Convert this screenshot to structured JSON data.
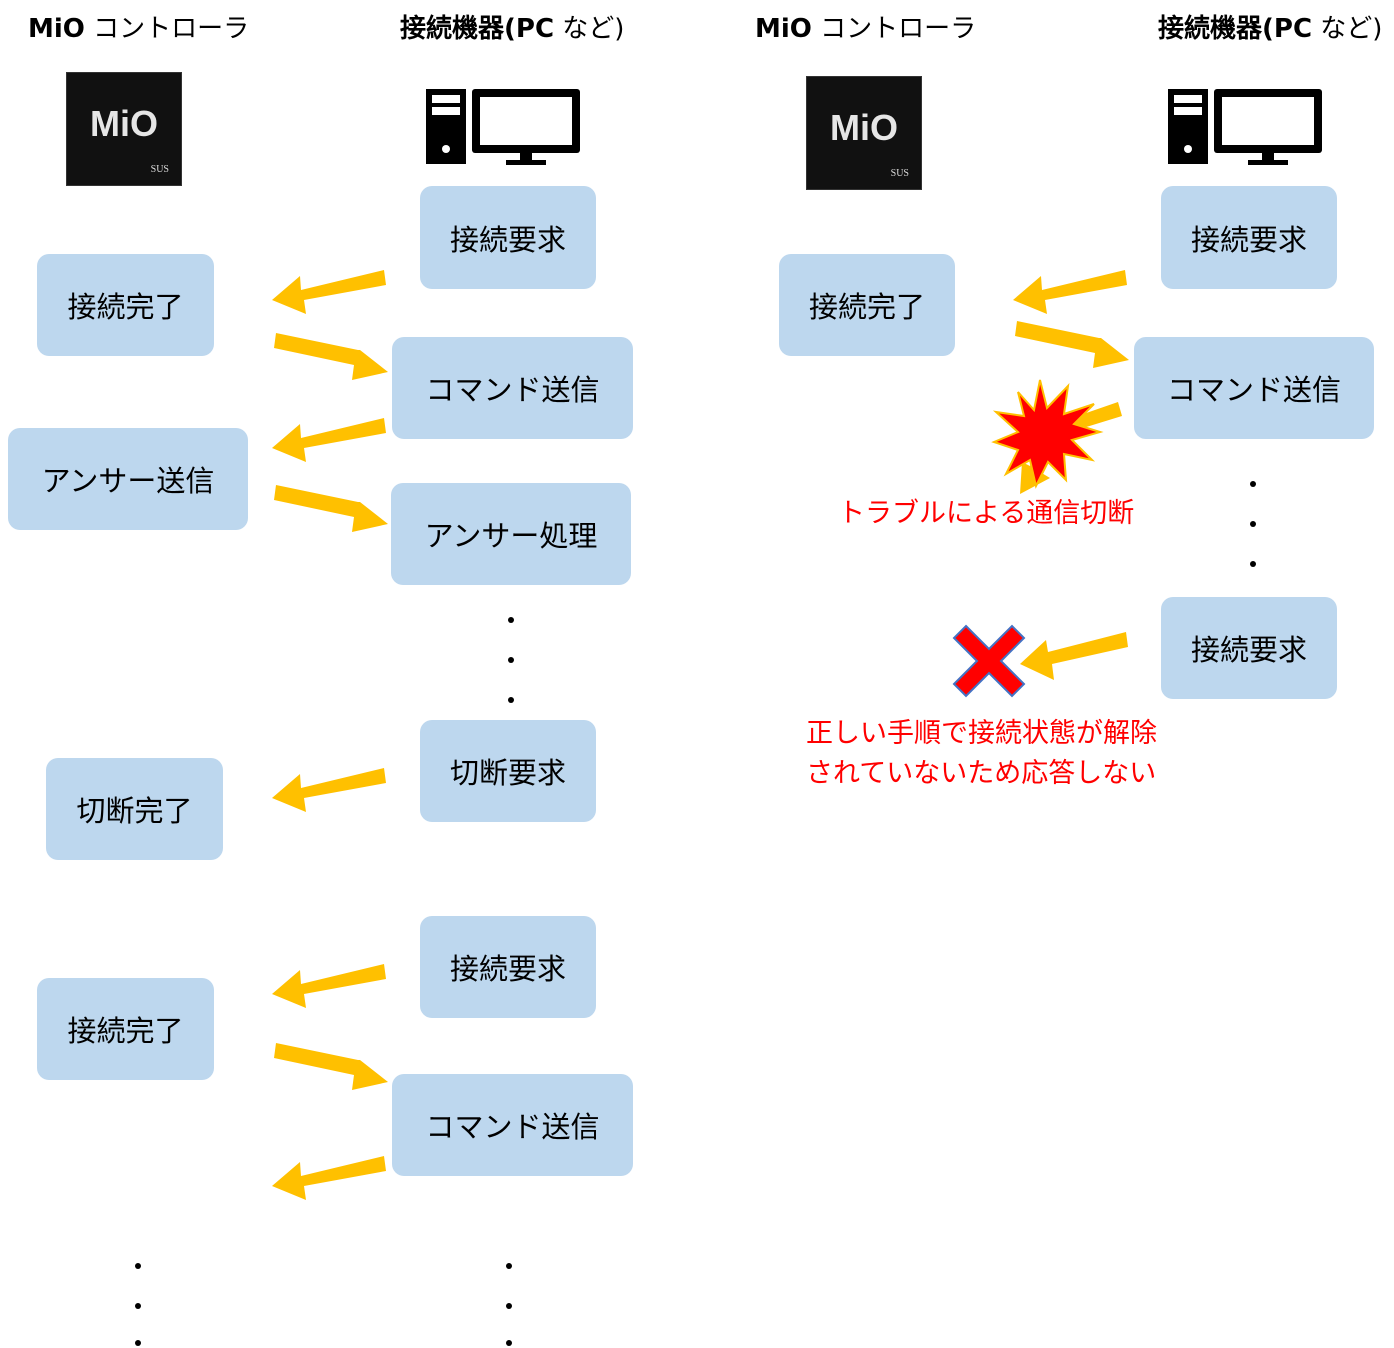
{
  "left": {
    "mio_header_bold": "MiO",
    "mio_header_rest": " コントローラ",
    "pc_header_bold": "接続機器(PC",
    "pc_header_rest": " など)",
    "device_logo": "MiO",
    "device_brand": "SUS",
    "nodes": [
      "接続要求",
      "接続完了",
      "コマンド送信",
      "アンサー送信",
      "アンサー処理",
      "切断要求",
      "切断完了",
      "接続要求",
      "接続完了",
      "コマンド送信"
    ]
  },
  "right": {
    "mio_header_bold": "MiO",
    "mio_header_rest": " コントローラ",
    "pc_header_bold": "接続機器(PC",
    "pc_header_rest": " など)",
    "device_logo": "MiO",
    "device_brand": "SUS",
    "nodes": [
      "接続要求",
      "接続完了",
      "コマンド送信",
      "接続要求"
    ],
    "notes": {
      "disconnect": "トラブルによる通信切断",
      "no_response_line1": "正しい手順で接続状態が解除",
      "no_response_line2": "されていないため応答しない"
    }
  },
  "colors": {
    "node_fill": "#bdd7ee",
    "arrow": "#ffc000",
    "note_text": "#ff0000",
    "burst": "#ff0000",
    "burst_outline": "#ffc000",
    "cross": "#ff0000",
    "cross_outline": "#4472c4"
  },
  "icons": [
    "mio-controller-icon",
    "pc-icon",
    "explosion-icon",
    "cross-icon",
    "arrow-icon"
  ]
}
